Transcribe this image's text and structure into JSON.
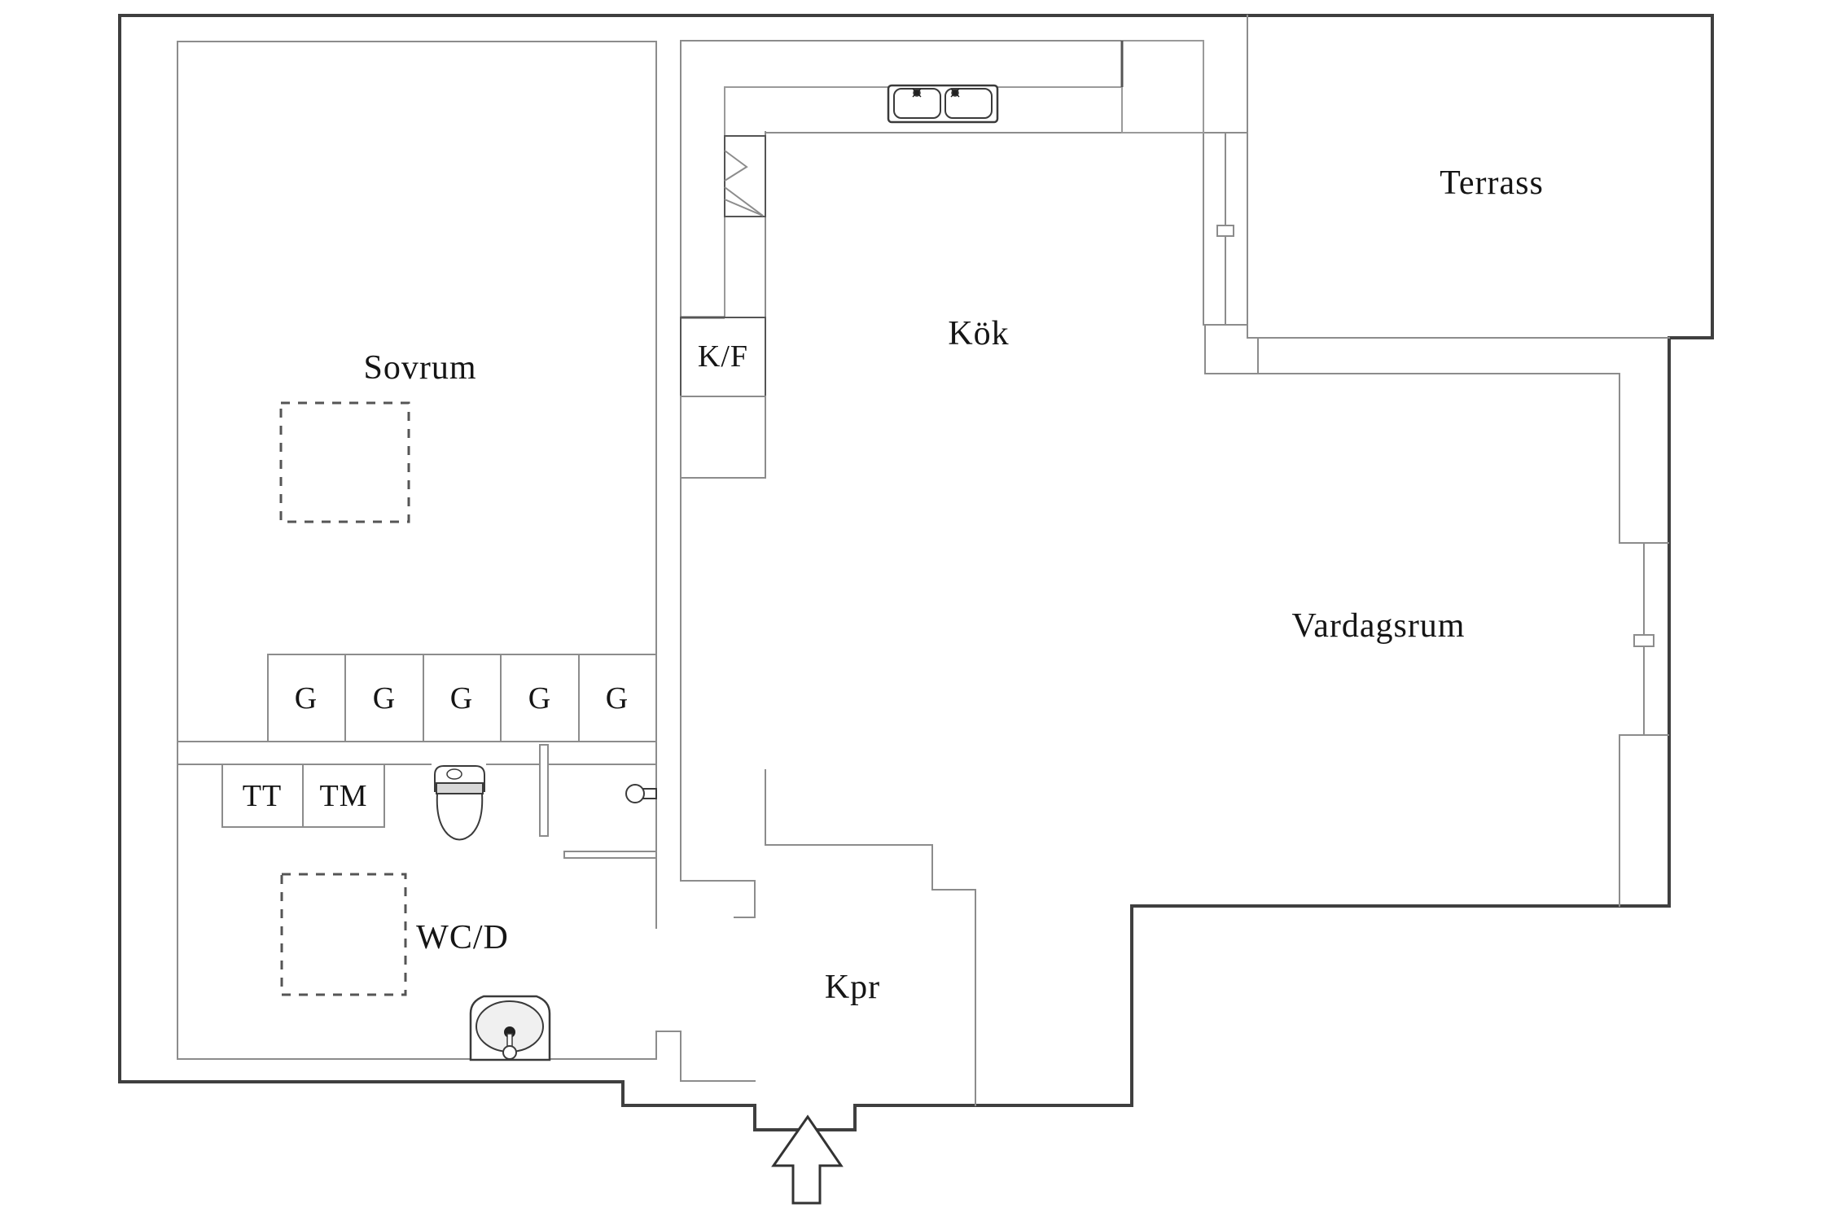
{
  "labels": {
    "sovrum": "Sovrum",
    "kok": "Kök",
    "terrass": "Terrass",
    "vardagsrum": "Vardagsrum",
    "wcd": "WC/D",
    "kpr": "Kpr",
    "kf": "K/F",
    "tt": "TT",
    "tm": "TM",
    "g": [
      "G",
      "G",
      "G",
      "G",
      "G"
    ]
  },
  "colors": {
    "background": "#ffffff",
    "outer_wall": "#3f3f3f",
    "inner_wall": "#8c8c8c",
    "fixture_line": "#3a3a3a",
    "dashed_outline": "#555555",
    "text": "#151515"
  }
}
